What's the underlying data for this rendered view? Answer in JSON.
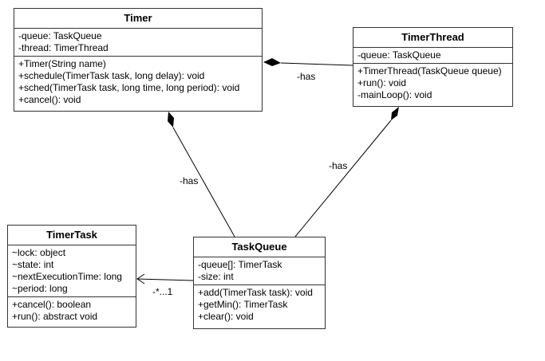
{
  "classes": {
    "timer": {
      "name": "Timer",
      "attributes": [
        "-queue: TaskQueue",
        "-thread: TimerThread"
      ],
      "operations": [
        "+Timer(String name)",
        "+schedule(TimerTask task, long delay): void",
        "+sched(TimerTask task, long time, long period): void",
        "+cancel(): void"
      ]
    },
    "timer_thread": {
      "name": "TimerThread",
      "attributes": [
        "-queue: TaskQueue"
      ],
      "operations": [
        "+TimerThread(TaskQueue queue)",
        "+run(): void",
        "-mainLoop(): void"
      ]
    },
    "timer_task": {
      "name": "TimerTask",
      "attributes": [
        "~lock: object",
        "~state: int",
        "~nextExecutionTime: long",
        "~period: long"
      ],
      "operations": [
        "+cancel(): boolean",
        "+run(): abstract void"
      ]
    },
    "task_queue": {
      "name": "TaskQueue",
      "attributes": [
        "-queue[]: TimerTask",
        "-size: int"
      ],
      "operations": [
        "+add(TimerTask task): void",
        "+getMin(): TimerTask",
        "+clear(): void"
      ]
    }
  },
  "relations": {
    "timer_thread_label": "-has",
    "timer_queue_label": "-has",
    "thread_queue_label": "-has",
    "queue_task_multiplicity": "-*...1"
  }
}
